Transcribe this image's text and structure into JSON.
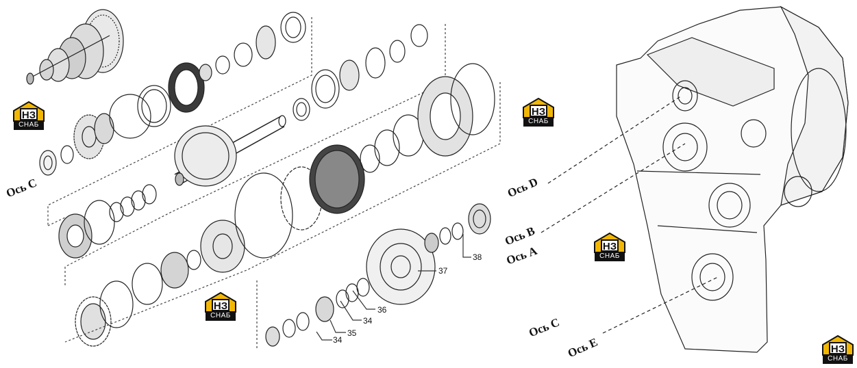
{
  "axes": {
    "os_c_left": "Ось C",
    "os_d": "Ось D",
    "os_b": "Ось B",
    "os_a": "Ось A",
    "os_c_right": "Ось C",
    "os_e": "Ось E"
  },
  "callouts": {
    "c34a": "34",
    "c34b": "34",
    "c35": "35",
    "c36": "36",
    "c37": "37",
    "c38": "38"
  },
  "logo": {
    "mark": "НЗ",
    "brand": "СНАБ",
    "accent_color": "#f2b705"
  }
}
